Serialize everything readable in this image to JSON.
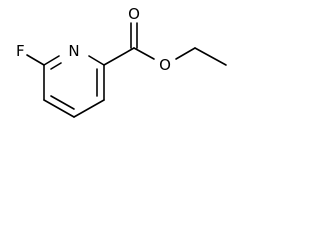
{
  "molecule": {
    "atoms": {
      "fluorine": "F",
      "ring_nitrogen": "N",
      "carbonyl_oxygen": "O",
      "ester_oxygen": "O"
    }
  },
  "colors": {
    "bond": "#000000",
    "label": "#000000",
    "background": "#ffffff"
  }
}
